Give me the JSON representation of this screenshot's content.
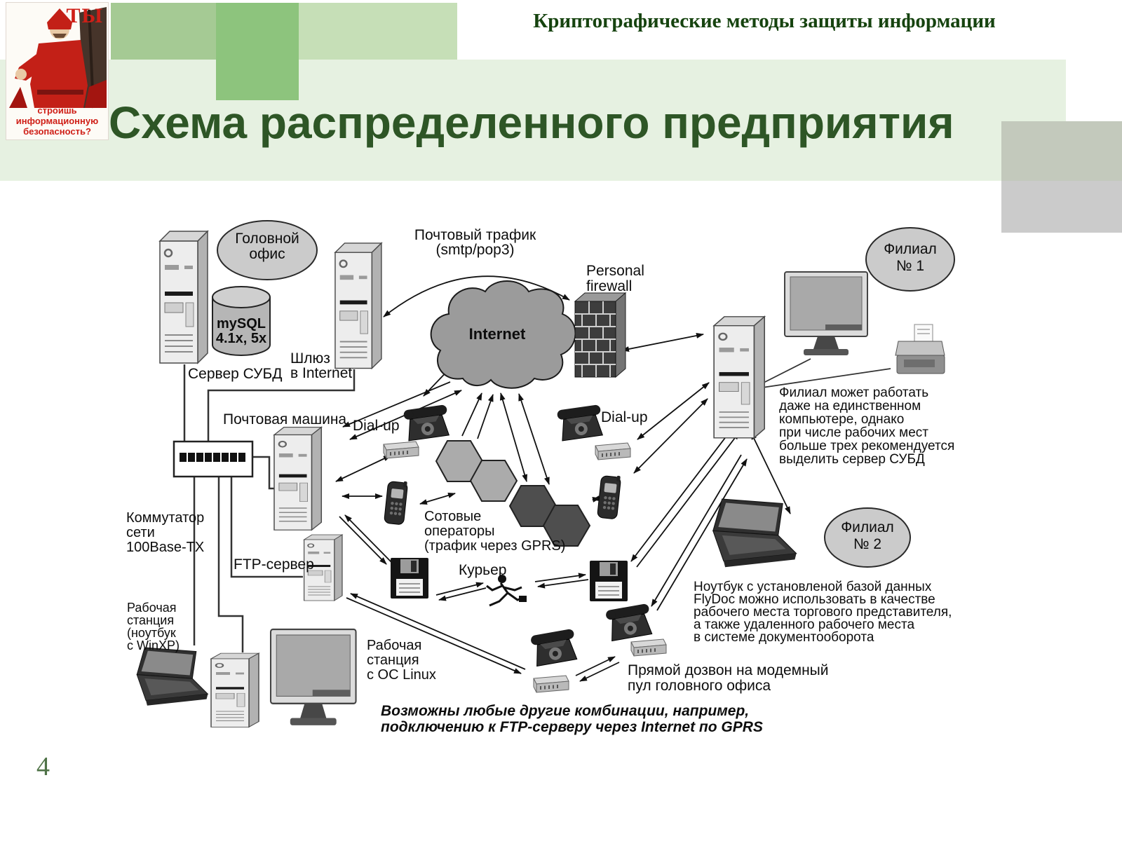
{
  "header": {
    "course_title": "Криптографические методы защиты информации"
  },
  "slide": {
    "title": "Схема распределенного предприятия",
    "page_number": "4"
  },
  "poster": {
    "top_word": "ТЫ",
    "caption": "строишь\nинформационную\nбезопасность?"
  },
  "colors": {
    "title_green": "#2e5626",
    "header_green": "#16430f",
    "band_green": "#e6f1e1",
    "block_green_mid": "#a5ca94",
    "block_green_bright": "#8dc47d",
    "block_green_pale": "#c6dfb7",
    "poster_red": "#cf1f17",
    "shape_gray": "#cbcbcb",
    "hex_light": "#ababab",
    "hex_dark": "#4e4e4e",
    "page_number_green": "#4f7347"
  },
  "icons": [
    "server-tower-icon",
    "database-cylinder-icon",
    "internet-cloud-icon",
    "firewall-icon",
    "monitor-icon",
    "printer-icon",
    "laptop-icon",
    "telephone-icon",
    "modem-icon",
    "cellphone-icon",
    "floppy-disk-icon",
    "network-switch-icon",
    "courier-runner-icon",
    "hexagon-cell-icon",
    "poster-figure-icon"
  ],
  "diagram": {
    "labels": {
      "head_office": "Головной\nофис",
      "mysql": "mySQL\n4.1x, 5x",
      "db_server": "Сервер СУБД",
      "gateway": "Шлюз\nв Internet",
      "mail_traffic": "Почтовый трафик\n(smtp/pop3)",
      "internet": "Internet",
      "personal_firewall": "Personal\nfirewall",
      "mail_machine": "Почтовая машина",
      "dialup_left": "Dial-up",
      "dialup_right": "Dial-up",
      "switch": "Коммутатор\nсети\n100Base-TX",
      "ftp_server": "FTP-сервер",
      "workstation_winxp": "Рабочая\nстанция\n(ноутбук\nс WinXP)",
      "cellular": "Сотовые\nоператоры\n(трафик через GPRS)",
      "courier": "Курьер",
      "branch1": "Филиал\n№ 1",
      "branch2": "Филиал\n№ 2",
      "branch1_note": "Филиал может работать\nдаже на единственном\nкомпьютере, однако\nпри числе рабочих мест\nбольше трех рекомендуется\nвыделить сервер СУБД",
      "branch2_note": "Ноутбук с установленой базой данных\nFlyDoc можно использовать в качестве\nрабочего места торгового представителя,\nа также удаленного рабочего места\nв системе документооборота",
      "workstation_linux": "Рабочая\nстанция\nс ОС Linux",
      "direct_dial": "Прямой дозвон на модемный\nпул головного офиса",
      "footnote": "Возможны любые другие комбинации, например,\nподключению к FTP-серверу через Internet по GPRS"
    }
  }
}
